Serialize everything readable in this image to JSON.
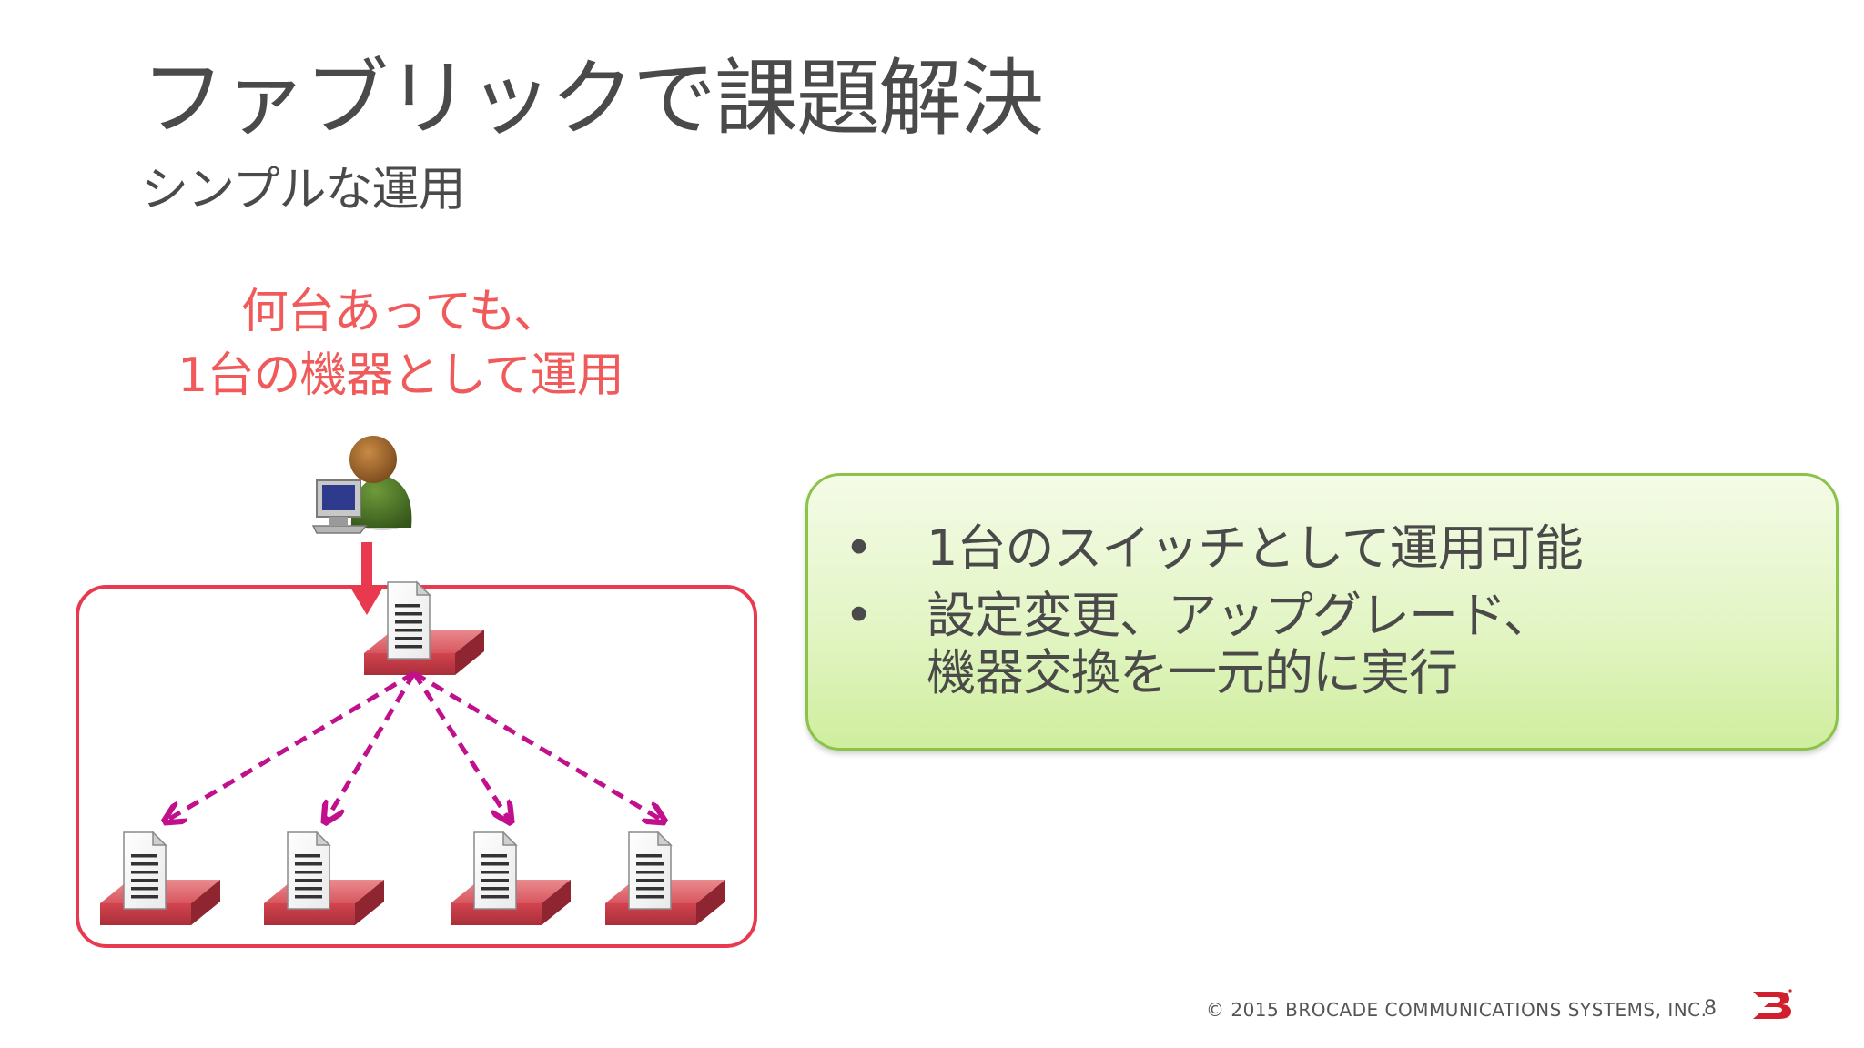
{
  "slide": {
    "title": "ファブリックで課題解決",
    "subtitle": "シンプルな運用"
  },
  "callout": {
    "line1": "何台あっても、",
    "line2": "1台の機器として運用"
  },
  "summary_box": {
    "bullet_symbol": "•",
    "items": [
      {
        "lines": [
          "1台のスイッチとして運用可能"
        ]
      },
      {
        "lines": [
          "設定変更、アップグレード、",
          "機器交換を一元的に実行"
        ]
      }
    ]
  },
  "footer": {
    "copyright": "© 2015 BROCADE COMMUNICATIONS SYSTEMS, INC.",
    "page_number": "8"
  },
  "colors": {
    "callout_text": "#f05a5a",
    "fabric_border": "#e8394f",
    "manage_arrow": "#e8394f",
    "sync_arrows": "#c0108c",
    "switch_body": "#d2444f",
    "green_border": "#8bc34a"
  },
  "icons": {
    "admin": "admin-user-with-computer-icon",
    "switch": "switch-with-config-file-icon",
    "logo": "brocade-logo-icon"
  }
}
